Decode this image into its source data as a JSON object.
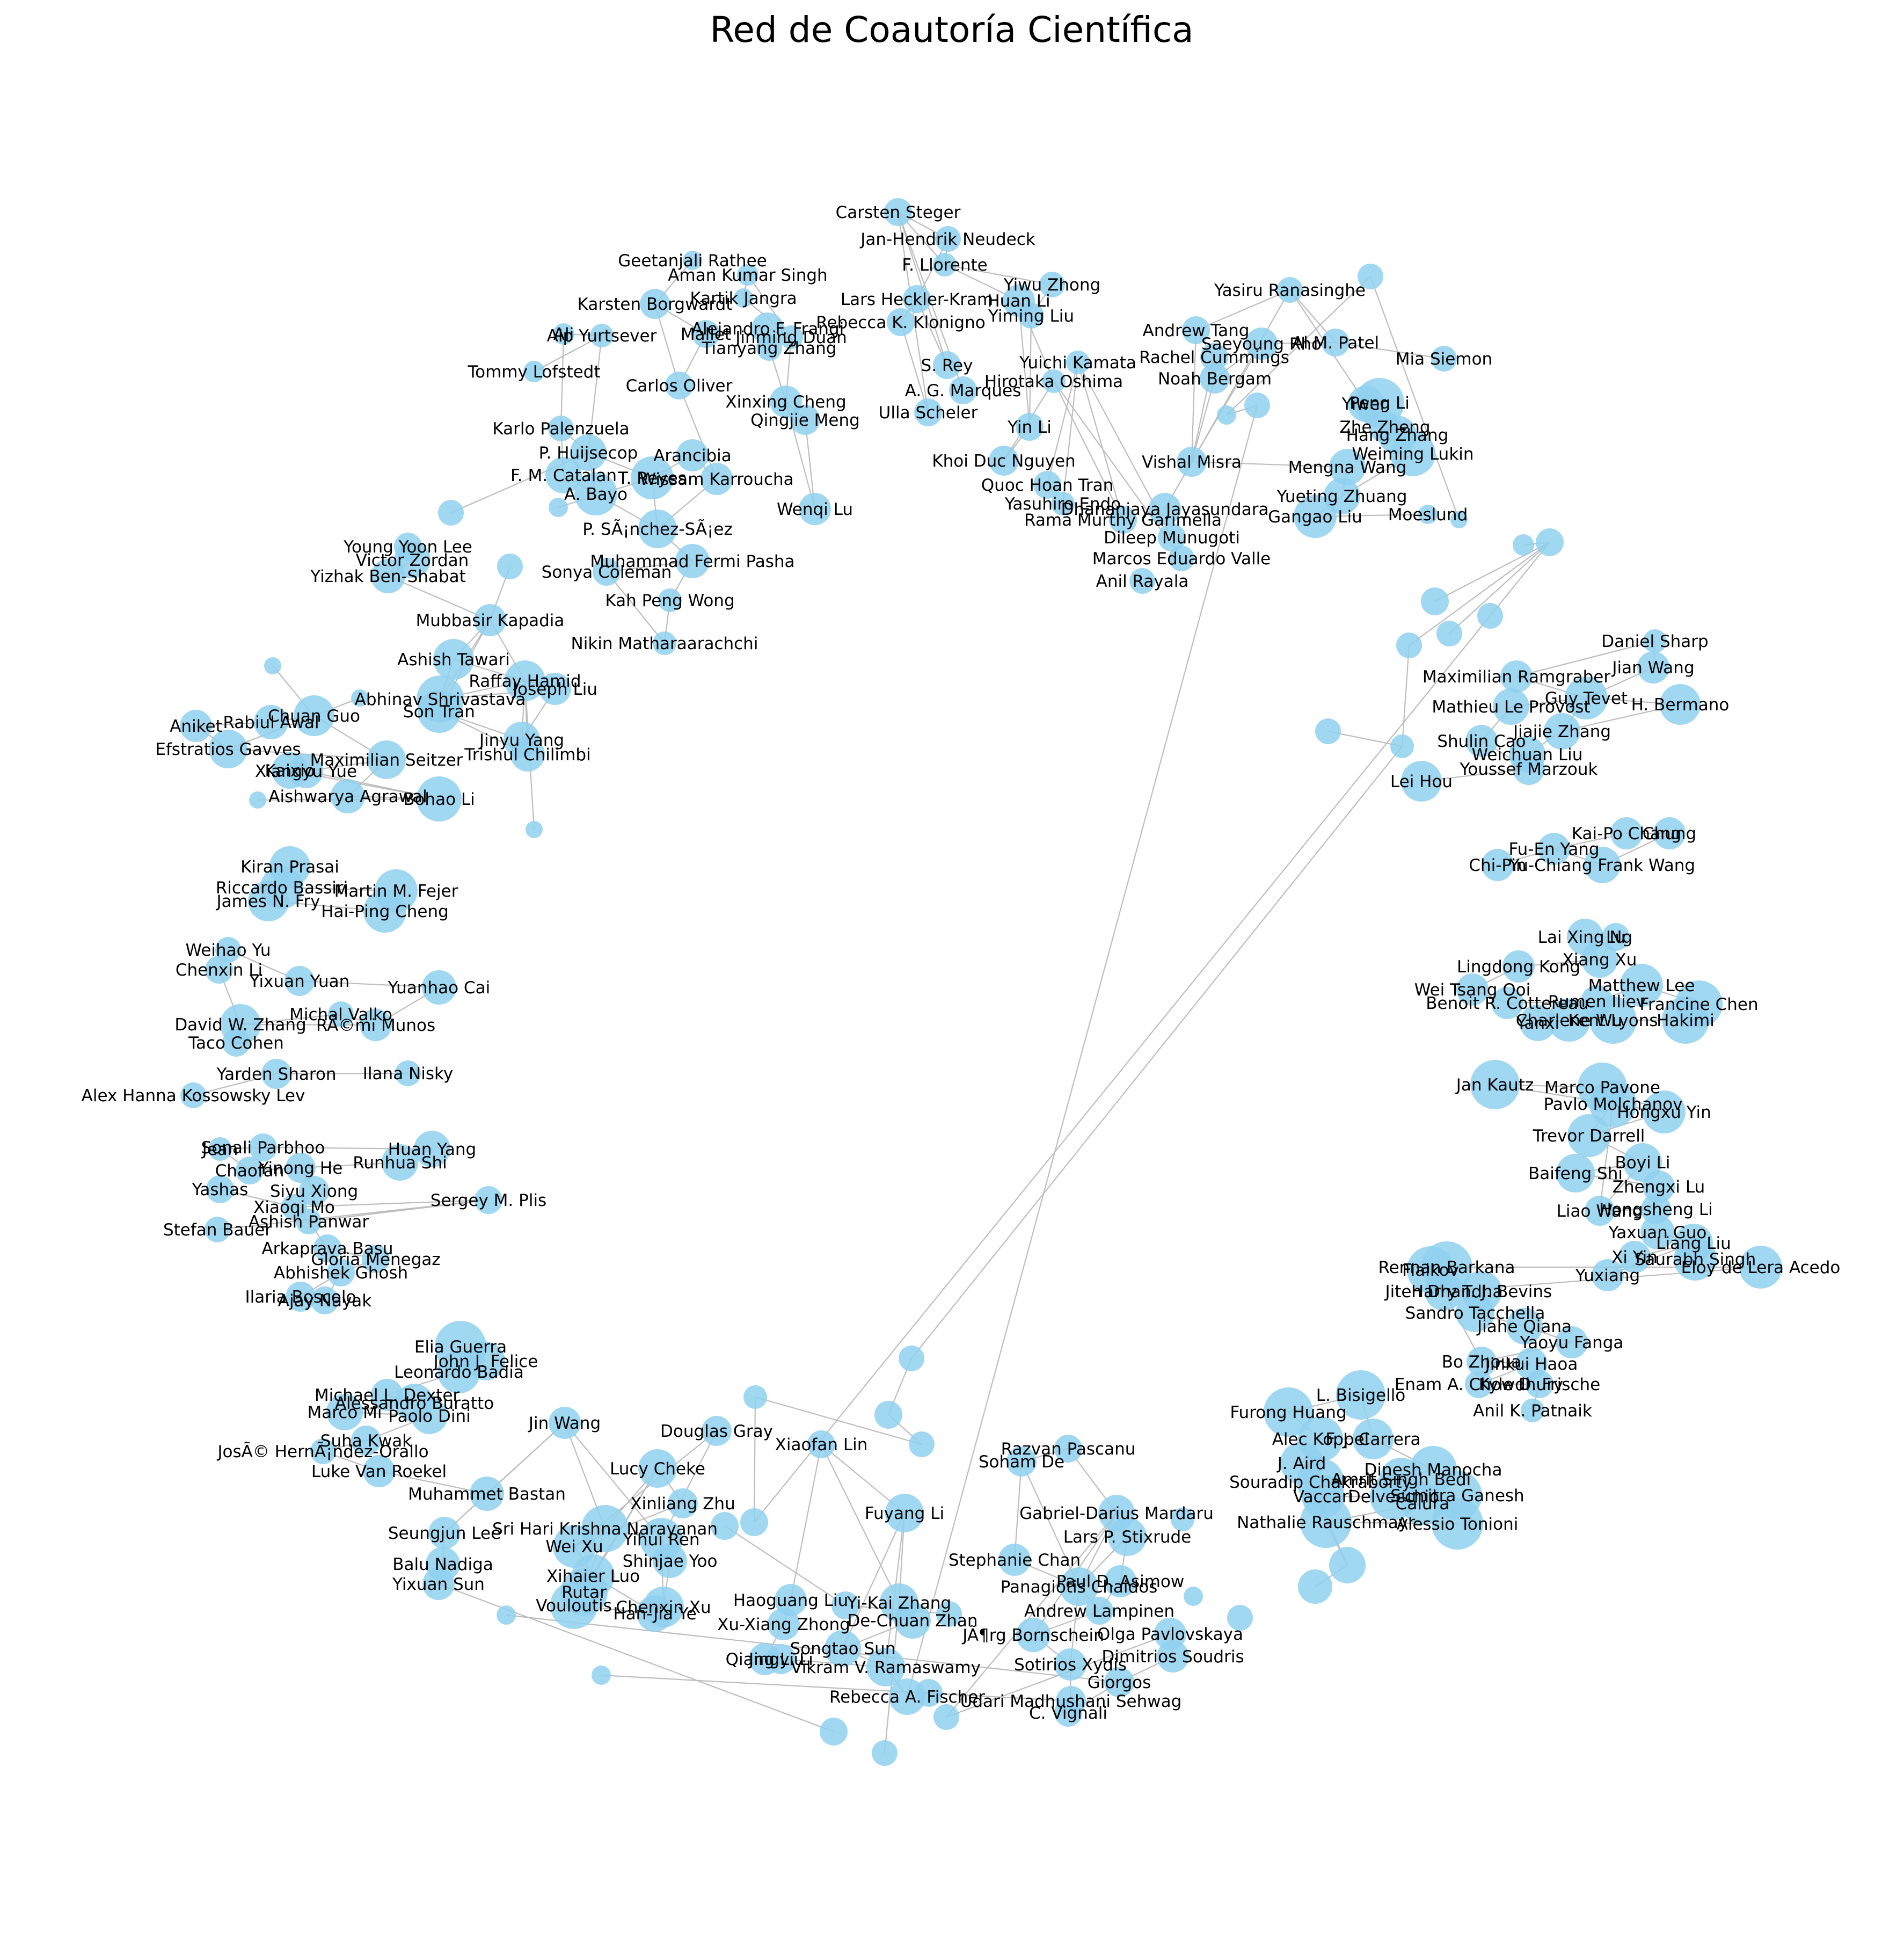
{
  "title": "Red de Coautoría Científica",
  "colors": {
    "node": "#8fd0ee",
    "edge": "#bdbdbd",
    "text": "#000000"
  },
  "labels": [
    "Carsten Steger",
    "Jan-Hendrik Neudeck",
    "F. Llorente",
    "Geetanjali Rathee",
    "Aman Kumar Singh",
    "Kartik Jangra",
    "Yiwu Zhong",
    "Lars Heckler-Kram",
    "Huan Li",
    "Karsten Borgwardt",
    "Alejandro F. Frangi",
    "Rebecca K. Klonigno",
    "Tianyang Zhang",
    "Jinming Duan",
    "Ali",
    "Alp Yurtsever",
    "Mallet",
    "Tommy Lofstedt",
    "Carlos Oliver",
    "Xinxing Cheng",
    "Qingjie Meng",
    "Karlo Palenzuela",
    "P. Huijsecop",
    "Arancibia",
    "F. M. Catalan",
    "T. Reyes",
    "Wissam Karroucha",
    "A. Bayo",
    "Wenqi Lu",
    "P. SÃ¡nchez-SÃ¡ez",
    "Muhammad Fermi Pasha",
    "Sonya Coleman",
    "Kah Peng Wong",
    "Nikin Matharaarachchi",
    "S. Rey",
    "A. G. Marques",
    "Ulla Scheler",
    "Yiming Liu",
    "Yuichi Kamata",
    "Hirotaka Oshima",
    "Yin Li",
    "Khoi Duc Nguyen",
    "Quoc Hoan Tran",
    "Yasuhiro Endo",
    "Rama Murthy Garimella",
    "Dileep Munugoti",
    "Marcos Eduardo Valle",
    "Anil Rayala",
    "Dhananjaya Jayasundara",
    "Yasiru Ranasinghe",
    "Andrew Tang",
    "Rachel Cummings",
    "Noah Bergam",
    "Saeyoung Rho",
    "Al M. Patel",
    "Mia Siemon",
    "Vishal Misra",
    "Yiwen",
    "Peng Li",
    "Zhe Zheng",
    "Hang Zhang",
    "Mengna Wang",
    "Weiming Lukin",
    "Yueting Zhuang",
    "Gangao Liu",
    "Moeslund",
    "Young Yoon Lee",
    "Victor Zordan",
    "Yizhak Ben-Shabat",
    "Mubbasir Kapadia",
    "Ashish Tawari",
    "Abhinav Shrivastava",
    "Raffay Hamid",
    "Joseph Liu",
    "Son Tran",
    "Jinyu Yang",
    "Trishul Chilimbi",
    "Chuan Guo",
    "Rabiul Awal",
    "Aniket",
    "Efstratios Gavves",
    "Maximilian Seitzer",
    "Kaixio",
    "Xiangyu Yue",
    "Bohao Li",
    "Aishwarya Agrawal",
    "Daniel Sharp",
    "Maximilian Ramgraber",
    "Jian Wang",
    "Guy Tevet",
    "Mathieu Le Provost",
    "H. Bermano",
    "Jiajie Zhang",
    "Shulin Cao",
    "Weichuan Liu",
    "Youssef Marzouk",
    "Lei Hou",
    "Kai-Po Chang",
    "Chung",
    "Fu-En Yang",
    "Chi-Pin",
    "Yu-Chiang Frank Wang",
    "Kiran Prasai",
    "Riccardo Bassiri",
    "Martin M. Fejer",
    "James N. Fry",
    "Hai-Ping Cheng",
    "Weihao Yu",
    "Chenxin Li",
    "Yixuan Yuan",
    "Yuanhao Cai",
    "Michal Valko",
    "David W. Zhang",
    "RÃ©mi Munos",
    "Taco Cohen",
    "Yarden Sharon",
    "Ilana Nisky",
    "Alex Hanna Kossowsky Lev",
    "Lai Xing Ng",
    "Lu",
    "Xiang Xu",
    "Lingdong Kong",
    "Wei Tsang Ooi",
    "Benoit R. Cottereau",
    "Rumen Iliev",
    "Matthew Lee",
    "Charlene Wu",
    "Francine Chen",
    "Kent Lyons",
    "Hakimi",
    "Yanxi",
    "Sonali Parbhoo",
    "Jean",
    "Huan Yang",
    "Runhua Shi",
    "Yinong He",
    "Chaofan",
    "Siyu Xiong",
    "Yashas",
    "Xiaoqi Mo",
    "Sergey M. Plis",
    "Ashish Panwar",
    "Stefan Bauer",
    "Arkaprava Basu",
    "Gloria Menegaz",
    "Abhishek Ghosh",
    "Ilaria Boscolo",
    "Ajay Nayak",
    "Jan Kautz",
    "Marco Pavone",
    "Pavlo Molchanov",
    "Hongxu Yin",
    "Trevor Darrell",
    "Boyi Li",
    "Baifeng Shi",
    "Zhengxi Lu",
    "Hongsheng Li",
    "Liao Wang",
    "Liang Liu",
    "Xi Yin",
    "Yuxiang",
    "Yaxuan Guo",
    "Saurabh Singh",
    "Rennan Barkana",
    "Fialkov",
    "Eloy de Lera Acedo",
    "Jiten Dhandha",
    "Harry T. J. Bevins",
    "Sandro Tacchella",
    "Jiahe Qiana",
    "Yaoyu Fanga",
    "Bo Zhoua",
    "Jinkui Haoa",
    "Enam A. Chowdhury",
    "Kyle D. Frische",
    "Anil K. Patnaik",
    "Elia Guerra",
    "John J. Felice",
    "Leonardo Badia",
    "Michael L. Dexter",
    "Alessandro Buratto",
    "Marco Mi",
    "Paolo Dini",
    "Suha Kwak",
    "JosÃ© HernÃ¡ndez-Orallo",
    "Luke Van Roekel",
    "Jin Wang",
    "Douglas Gray",
    "Lucy Cheke",
    "Xiaofan Lin",
    "Muhammet Bastan",
    "Xinliang Zhu",
    "Seungjun Lee",
    "Balu Nadiga",
    "Yixuan Sun",
    "Sri Hari Krishna Narayanan",
    "Yihui Ren",
    "Wei Xu",
    "Shinjae Yoo",
    "Xihaier Luo",
    "Rutar",
    "Vouloutis",
    "Chenxin Xu",
    "Han-Jia Ye",
    "Fuyang Li",
    "Haoguang Liu",
    "Yi-Kai Zhang",
    "De-Chuan Zhan",
    "Xu-Xiang Zhong",
    "Qiang Liu",
    "Jingyi Li",
    "Songtao Sun",
    "Vikram V. Ramaswamy",
    "Rebecca A. Fischer",
    "Razvan Pascanu",
    "Soham De",
    "Gabriel-Darius Mardaru",
    "Lars P. Stixrude",
    "Stephanie Chan",
    "Panagiotis Chaidos",
    "Paul D. Asimow",
    "Andrew Lampinen",
    "JÃ¶rg Bornschein",
    "Olga Pavlovskaya",
    "Dimitrios Soudris",
    "Sotirios Xydis",
    "Giorgos",
    "Udari Madhushani Sehwag",
    "C. Vignali",
    "Furong Huang",
    "L. Bisigello",
    "Alec Koppel",
    "F. J. Carrera",
    "J. Aird",
    "Dinesh Manocha",
    "Amrit Singh Bedi",
    "Souradip Chakraborty",
    "Vaccari",
    "Delvecchio",
    "Sumitra Ganesh",
    "Calura",
    "Nathalie Rauschmayr",
    "Alessio Tonioni"
  ]
}
